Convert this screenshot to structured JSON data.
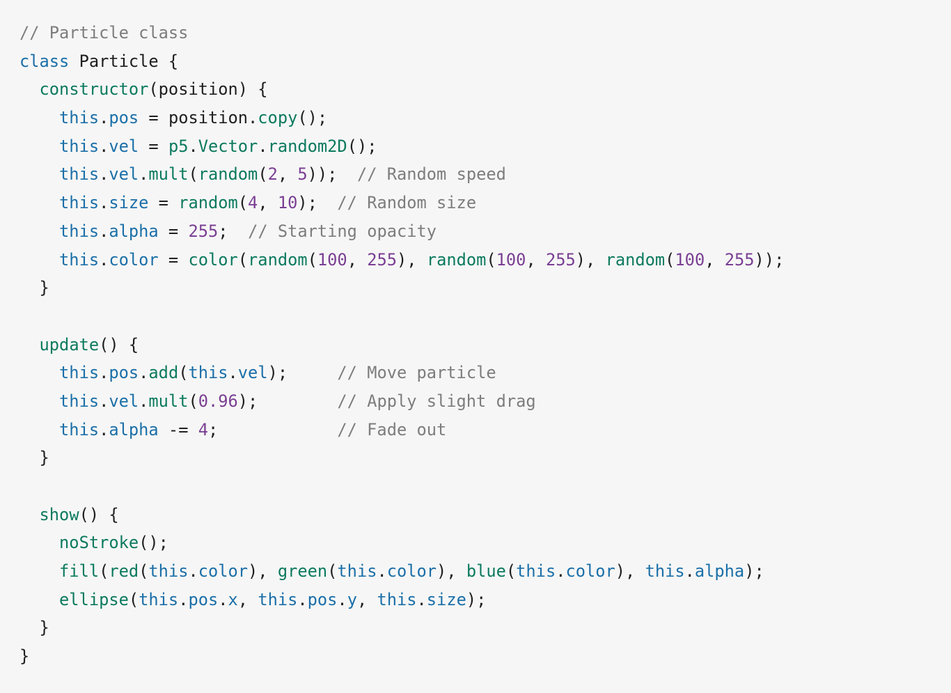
{
  "code": {
    "colors": {
      "background": "#f6f6f6",
      "keyword": "#1b6fa8",
      "function": "#0c7a5e",
      "number": "#7a3f93",
      "comment": "#7d7d7d",
      "text": "#1f1f1f"
    },
    "lines": [
      [
        {
          "t": "// Particle class",
          "c": "comment"
        }
      ],
      [
        {
          "t": "class",
          "c": "kw"
        },
        {
          "t": " Particle {",
          "c": "plain"
        }
      ],
      [
        {
          "t": "  ",
          "c": "plain"
        },
        {
          "t": "constructor",
          "c": "fn"
        },
        {
          "t": "(position) {",
          "c": "plain"
        }
      ],
      [
        {
          "t": "    ",
          "c": "plain"
        },
        {
          "t": "this",
          "c": "kw"
        },
        {
          "t": ".",
          "c": "plain"
        },
        {
          "t": "pos",
          "c": "kw"
        },
        {
          "t": " = position.",
          "c": "plain"
        },
        {
          "t": "copy",
          "c": "fn"
        },
        {
          "t": "();",
          "c": "plain"
        }
      ],
      [
        {
          "t": "    ",
          "c": "plain"
        },
        {
          "t": "this",
          "c": "kw"
        },
        {
          "t": ".",
          "c": "plain"
        },
        {
          "t": "vel",
          "c": "kw"
        },
        {
          "t": " = ",
          "c": "plain"
        },
        {
          "t": "p5",
          "c": "fn"
        },
        {
          "t": ".",
          "c": "plain"
        },
        {
          "t": "Vector",
          "c": "fn"
        },
        {
          "t": ".",
          "c": "plain"
        },
        {
          "t": "random2D",
          "c": "fn"
        },
        {
          "t": "();",
          "c": "plain"
        }
      ],
      [
        {
          "t": "    ",
          "c": "plain"
        },
        {
          "t": "this",
          "c": "kw"
        },
        {
          "t": ".",
          "c": "plain"
        },
        {
          "t": "vel",
          "c": "kw"
        },
        {
          "t": ".",
          "c": "plain"
        },
        {
          "t": "mult",
          "c": "fn"
        },
        {
          "t": "(",
          "c": "plain"
        },
        {
          "t": "random",
          "c": "fn"
        },
        {
          "t": "(",
          "c": "plain"
        },
        {
          "t": "2",
          "c": "num"
        },
        {
          "t": ", ",
          "c": "plain"
        },
        {
          "t": "5",
          "c": "num"
        },
        {
          "t": "));  ",
          "c": "plain"
        },
        {
          "t": "// Random speed",
          "c": "comment"
        }
      ],
      [
        {
          "t": "    ",
          "c": "plain"
        },
        {
          "t": "this",
          "c": "kw"
        },
        {
          "t": ".",
          "c": "plain"
        },
        {
          "t": "size",
          "c": "kw"
        },
        {
          "t": " = ",
          "c": "plain"
        },
        {
          "t": "random",
          "c": "fn"
        },
        {
          "t": "(",
          "c": "plain"
        },
        {
          "t": "4",
          "c": "num"
        },
        {
          "t": ", ",
          "c": "plain"
        },
        {
          "t": "10",
          "c": "num"
        },
        {
          "t": ");  ",
          "c": "plain"
        },
        {
          "t": "// Random size",
          "c": "comment"
        }
      ],
      [
        {
          "t": "    ",
          "c": "plain"
        },
        {
          "t": "this",
          "c": "kw"
        },
        {
          "t": ".",
          "c": "plain"
        },
        {
          "t": "alpha",
          "c": "kw"
        },
        {
          "t": " = ",
          "c": "plain"
        },
        {
          "t": "255",
          "c": "num"
        },
        {
          "t": ";  ",
          "c": "plain"
        },
        {
          "t": "// Starting opacity",
          "c": "comment"
        }
      ],
      [
        {
          "t": "    ",
          "c": "plain"
        },
        {
          "t": "this",
          "c": "kw"
        },
        {
          "t": ".",
          "c": "plain"
        },
        {
          "t": "color",
          "c": "kw"
        },
        {
          "t": " = ",
          "c": "plain"
        },
        {
          "t": "color",
          "c": "fn"
        },
        {
          "t": "(",
          "c": "plain"
        },
        {
          "t": "random",
          "c": "fn"
        },
        {
          "t": "(",
          "c": "plain"
        },
        {
          "t": "100",
          "c": "num"
        },
        {
          "t": ", ",
          "c": "plain"
        },
        {
          "t": "255",
          "c": "num"
        },
        {
          "t": "), ",
          "c": "plain"
        },
        {
          "t": "random",
          "c": "fn"
        },
        {
          "t": "(",
          "c": "plain"
        },
        {
          "t": "100",
          "c": "num"
        },
        {
          "t": ", ",
          "c": "plain"
        },
        {
          "t": "255",
          "c": "num"
        },
        {
          "t": "), ",
          "c": "plain"
        },
        {
          "t": "random",
          "c": "fn"
        },
        {
          "t": "(",
          "c": "plain"
        },
        {
          "t": "100",
          "c": "num"
        },
        {
          "t": ", ",
          "c": "plain"
        },
        {
          "t": "255",
          "c": "num"
        },
        {
          "t": "));",
          "c": "plain"
        }
      ],
      [
        {
          "t": "  }",
          "c": "plain"
        }
      ],
      [],
      [
        {
          "t": "  ",
          "c": "plain"
        },
        {
          "t": "update",
          "c": "fn"
        },
        {
          "t": "() {",
          "c": "plain"
        }
      ],
      [
        {
          "t": "    ",
          "c": "plain"
        },
        {
          "t": "this",
          "c": "kw"
        },
        {
          "t": ".",
          "c": "plain"
        },
        {
          "t": "pos",
          "c": "kw"
        },
        {
          "t": ".",
          "c": "plain"
        },
        {
          "t": "add",
          "c": "fn"
        },
        {
          "t": "(",
          "c": "plain"
        },
        {
          "t": "this",
          "c": "kw"
        },
        {
          "t": ".",
          "c": "plain"
        },
        {
          "t": "vel",
          "c": "kw"
        },
        {
          "t": ");     ",
          "c": "plain"
        },
        {
          "t": "// Move particle",
          "c": "comment"
        }
      ],
      [
        {
          "t": "    ",
          "c": "plain"
        },
        {
          "t": "this",
          "c": "kw"
        },
        {
          "t": ".",
          "c": "plain"
        },
        {
          "t": "vel",
          "c": "kw"
        },
        {
          "t": ".",
          "c": "plain"
        },
        {
          "t": "mult",
          "c": "fn"
        },
        {
          "t": "(",
          "c": "plain"
        },
        {
          "t": "0.96",
          "c": "num"
        },
        {
          "t": ");        ",
          "c": "plain"
        },
        {
          "t": "// Apply slight drag",
          "c": "comment"
        }
      ],
      [
        {
          "t": "    ",
          "c": "plain"
        },
        {
          "t": "this",
          "c": "kw"
        },
        {
          "t": ".",
          "c": "plain"
        },
        {
          "t": "alpha",
          "c": "kw"
        },
        {
          "t": " -= ",
          "c": "plain"
        },
        {
          "t": "4",
          "c": "num"
        },
        {
          "t": ";            ",
          "c": "plain"
        },
        {
          "t": "// Fade out",
          "c": "comment"
        }
      ],
      [
        {
          "t": "  }",
          "c": "plain"
        }
      ],
      [],
      [
        {
          "t": "  ",
          "c": "plain"
        },
        {
          "t": "show",
          "c": "fn"
        },
        {
          "t": "() {",
          "c": "plain"
        }
      ],
      [
        {
          "t": "    ",
          "c": "plain"
        },
        {
          "t": "noStroke",
          "c": "fn"
        },
        {
          "t": "();",
          "c": "plain"
        }
      ],
      [
        {
          "t": "    ",
          "c": "plain"
        },
        {
          "t": "fill",
          "c": "fn"
        },
        {
          "t": "(",
          "c": "plain"
        },
        {
          "t": "red",
          "c": "fn"
        },
        {
          "t": "(",
          "c": "plain"
        },
        {
          "t": "this",
          "c": "kw"
        },
        {
          "t": ".",
          "c": "plain"
        },
        {
          "t": "color",
          "c": "kw"
        },
        {
          "t": "), ",
          "c": "plain"
        },
        {
          "t": "green",
          "c": "fn"
        },
        {
          "t": "(",
          "c": "plain"
        },
        {
          "t": "this",
          "c": "kw"
        },
        {
          "t": ".",
          "c": "plain"
        },
        {
          "t": "color",
          "c": "kw"
        },
        {
          "t": "), ",
          "c": "plain"
        },
        {
          "t": "blue",
          "c": "fn"
        },
        {
          "t": "(",
          "c": "plain"
        },
        {
          "t": "this",
          "c": "kw"
        },
        {
          "t": ".",
          "c": "plain"
        },
        {
          "t": "color",
          "c": "kw"
        },
        {
          "t": "), ",
          "c": "plain"
        },
        {
          "t": "this",
          "c": "kw"
        },
        {
          "t": ".",
          "c": "plain"
        },
        {
          "t": "alpha",
          "c": "kw"
        },
        {
          "t": ");",
          "c": "plain"
        }
      ],
      [
        {
          "t": "    ",
          "c": "plain"
        },
        {
          "t": "ellipse",
          "c": "fn"
        },
        {
          "t": "(",
          "c": "plain"
        },
        {
          "t": "this",
          "c": "kw"
        },
        {
          "t": ".",
          "c": "plain"
        },
        {
          "t": "pos",
          "c": "kw"
        },
        {
          "t": ".",
          "c": "plain"
        },
        {
          "t": "x",
          "c": "kw"
        },
        {
          "t": ", ",
          "c": "plain"
        },
        {
          "t": "this",
          "c": "kw"
        },
        {
          "t": ".",
          "c": "plain"
        },
        {
          "t": "pos",
          "c": "kw"
        },
        {
          "t": ".",
          "c": "plain"
        },
        {
          "t": "y",
          "c": "kw"
        },
        {
          "t": ", ",
          "c": "plain"
        },
        {
          "t": "this",
          "c": "kw"
        },
        {
          "t": ".",
          "c": "plain"
        },
        {
          "t": "size",
          "c": "kw"
        },
        {
          "t": ");",
          "c": "plain"
        }
      ],
      [
        {
          "t": "  }",
          "c": "plain"
        }
      ],
      [
        {
          "t": "}",
          "c": "plain"
        }
      ]
    ]
  }
}
